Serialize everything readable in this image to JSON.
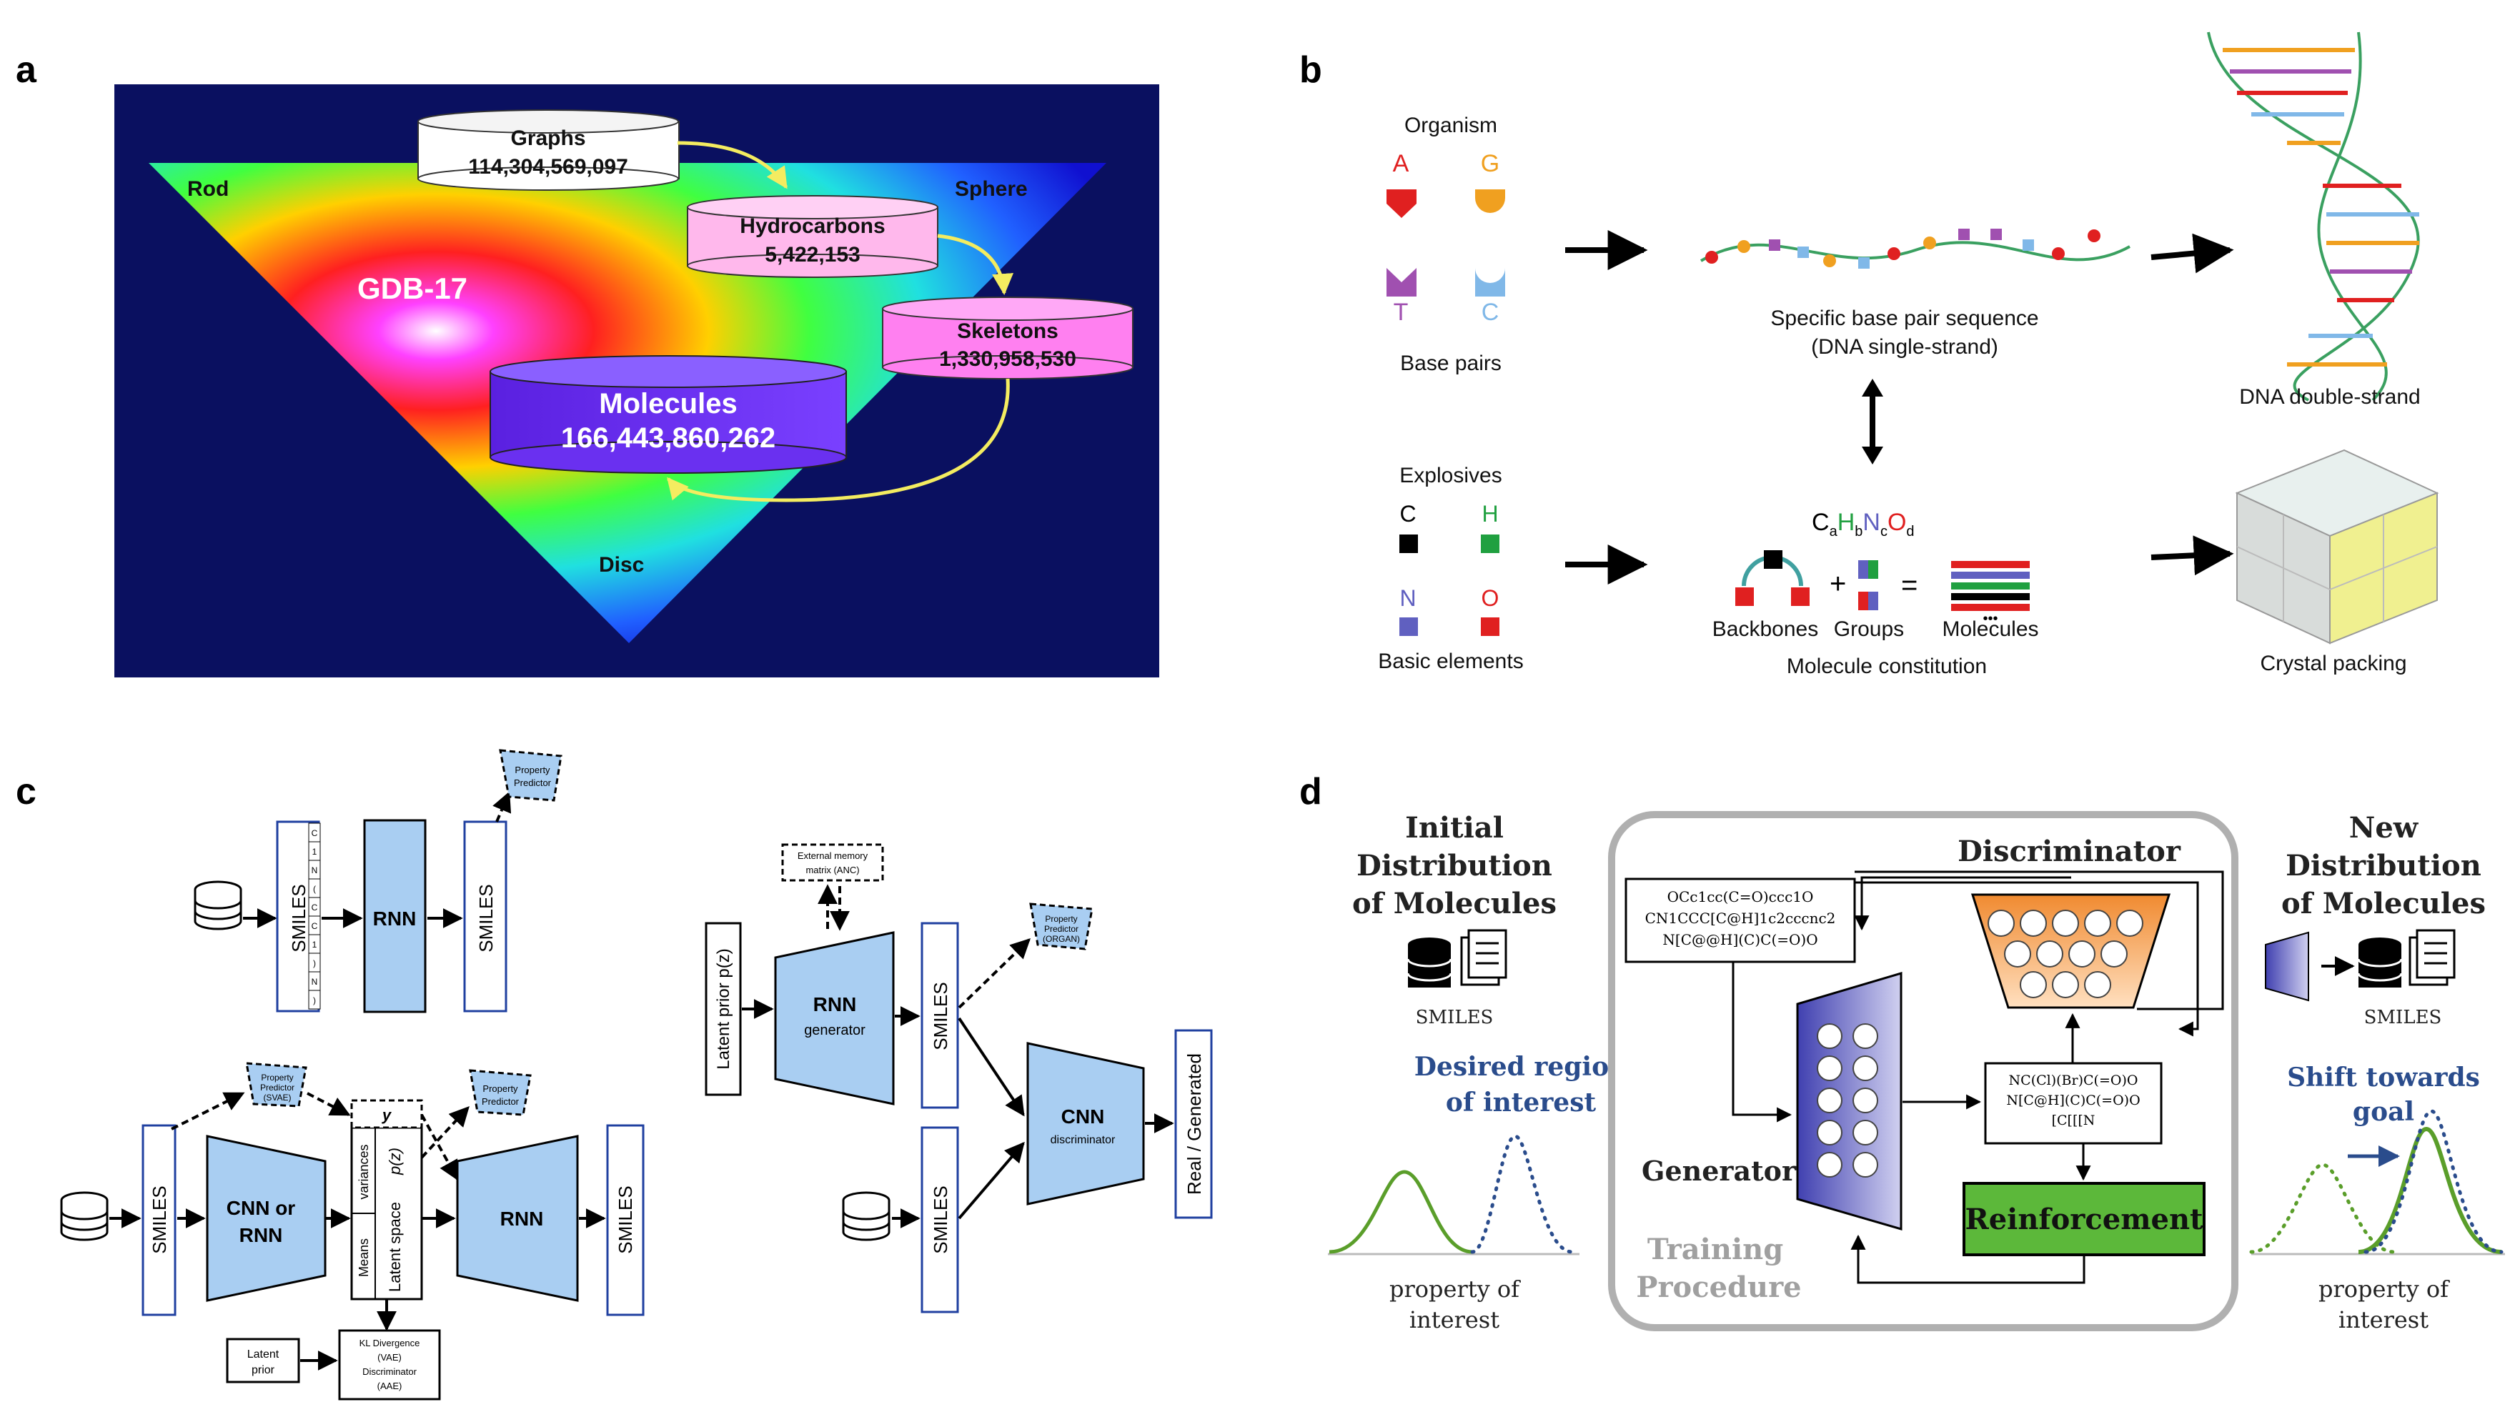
{
  "panel_a": {
    "letter": "a",
    "corner_labels": {
      "rod": "Rod",
      "sphere": "Sphere",
      "disc": "Disc"
    },
    "database_label": "GDB-17",
    "cylinders": [
      {
        "title": "Graphs",
        "count": "114,304,569,097"
      },
      {
        "title": "Hydrocarbons",
        "count": "5,422,153"
      },
      {
        "title": "Skeletons",
        "count": "1,330,958,530"
      },
      {
        "title": "Molecules",
        "count": "166,443,860,262"
      }
    ]
  },
  "panel_b": {
    "letter": "b",
    "organism": "Organism",
    "bases": [
      "A",
      "G",
      "T",
      "C"
    ],
    "base_pairs": "Base pairs",
    "sequence_line1": "Specific base pair sequence",
    "sequence_line2": "(DNA single-strand)",
    "dna_double": "DNA double-strand",
    "explosives": "Explosives",
    "elements": [
      "C",
      "H",
      "N",
      "O"
    ],
    "basic_elements": "Basic elements",
    "formula": {
      "c": "C",
      "a": "a",
      "h": "H",
      "b": "b",
      "n": "N",
      "cc": "c",
      "o": "O",
      "d": "d"
    },
    "backbones": "Backbones",
    "groups": "Groups",
    "molecules": "Molecules",
    "plus": "+",
    "equals": "=",
    "ellipsis": "•••",
    "constitution": "Molecule constitution",
    "crystal": "Crystal packing"
  },
  "panel_c": {
    "letter": "c",
    "smiles": "SMILES",
    "rnn": "RNN",
    "tokens": [
      "C",
      "1",
      "N",
      "(",
      "C",
      "C",
      "1",
      ")",
      "N",
      ")"
    ],
    "property_predictor": [
      "Property",
      "Predictor"
    ],
    "property_predictor_svae": [
      "Property",
      "Predictor",
      "(SVAE)"
    ],
    "property_predictor_organ": [
      "Property",
      "Predictor",
      "(ORGAN)"
    ],
    "cnn_or_rnn": [
      "CNN or",
      "RNN"
    ],
    "y": "y",
    "means": "Means",
    "variances": "variances",
    "latent_space": "Latent space",
    "pz": "p(z)",
    "latent_prior": [
      "Latent",
      "prior"
    ],
    "kl": [
      "KL Divergence",
      "(VAE)",
      "Discriminator",
      "(AAE)"
    ],
    "latent_prior_pz": "Latent prior  p(z)",
    "external_memory": [
      "External memory",
      "matrix (ANC)"
    ],
    "rnn_generator": [
      "RNN",
      "generator"
    ],
    "cnn_discriminator": [
      "CNN",
      "discriminator"
    ],
    "real_generated": "Real / Generated"
  },
  "panel_d": {
    "letter": "d",
    "initial": [
      "Initial",
      "Distribution",
      "of Molecules"
    ],
    "smiles": "SMILES",
    "desired": [
      "Desired region",
      "of interest"
    ],
    "property": [
      "property of",
      "interest"
    ],
    "smiles_strings": [
      "OCc1cc(C=O)ccc1O",
      "CN1CCC[C@H]1c2cccnc2",
      "N[C@@H](C)C(=O)O"
    ],
    "discriminator": "Discriminator",
    "generator": "Generator",
    "generated_strings": [
      "NC(Cl)(Br)C(=O)O",
      "N[C@H](C)C(=O)O",
      "[C[[[N"
    ],
    "reinforcement": "Reinforcement",
    "training": [
      "Training",
      "Procedure"
    ],
    "new": [
      "New",
      "Distribution",
      "of Molecules"
    ],
    "shift": [
      "Shift towards",
      "goal"
    ]
  },
  "colors": {
    "blue_box": "#a9cef2",
    "reinforcement": "#5cb83a",
    "discriminator": "#f5a050",
    "generator": "#5c5cc8",
    "green_curve": "#5a9e2a",
    "blue_dotted": "#2a4c8c"
  }
}
